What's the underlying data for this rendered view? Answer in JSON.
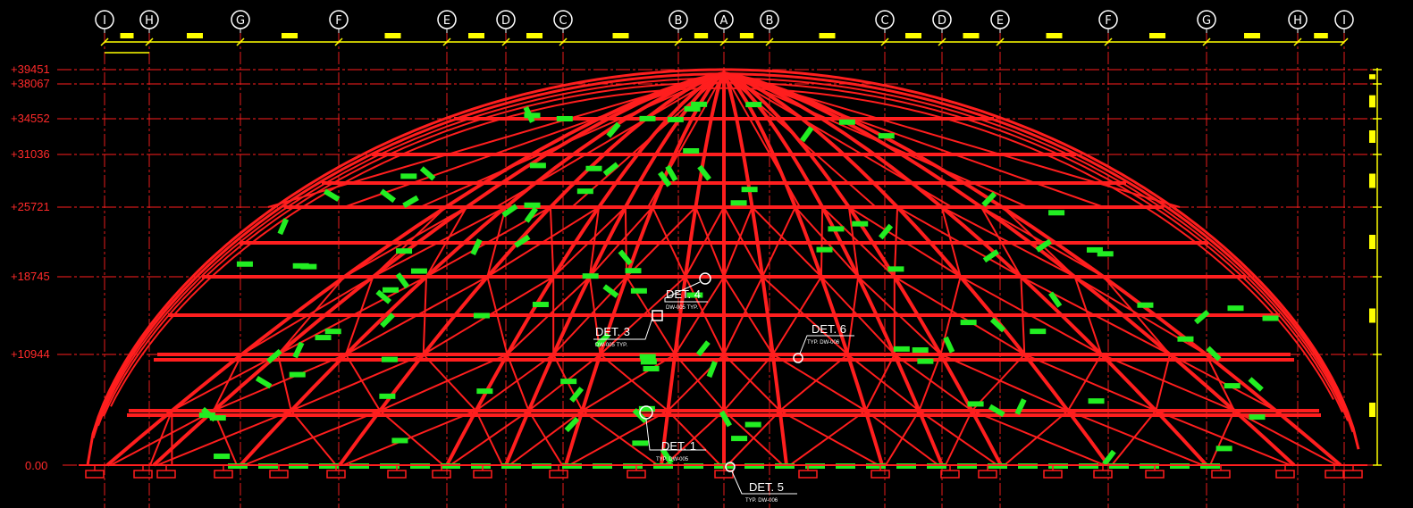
{
  "grid_axes": [
    "I",
    "H",
    "G",
    "F",
    "E",
    "D",
    "C",
    "B",
    "A",
    "B",
    "C",
    "D",
    "E",
    "F",
    "G",
    "H",
    "I"
  ],
  "elevations": [
    "+39451",
    "+38067",
    "+34552",
    "+31036",
    "+25721",
    "+18745",
    "+10944",
    "0.00"
  ],
  "details": [
    {
      "title": "DET. 4",
      "ref": "DW-005 TYP."
    },
    {
      "title": "DET. 3",
      "ref": "DW-005 TYP."
    },
    {
      "title": "DET. 6",
      "ref": "TYP. DW-006"
    },
    {
      "title": "DET. 1",
      "ref": "TYP. DW-005"
    },
    {
      "title": "DET. 5",
      "ref": "TYP. DW-006"
    }
  ],
  "colors": {
    "background": "#000000",
    "structure": "#ff1e1e",
    "bracing": "#22ee22",
    "dimension": "#ffff00",
    "annotation": "#ffffff"
  }
}
